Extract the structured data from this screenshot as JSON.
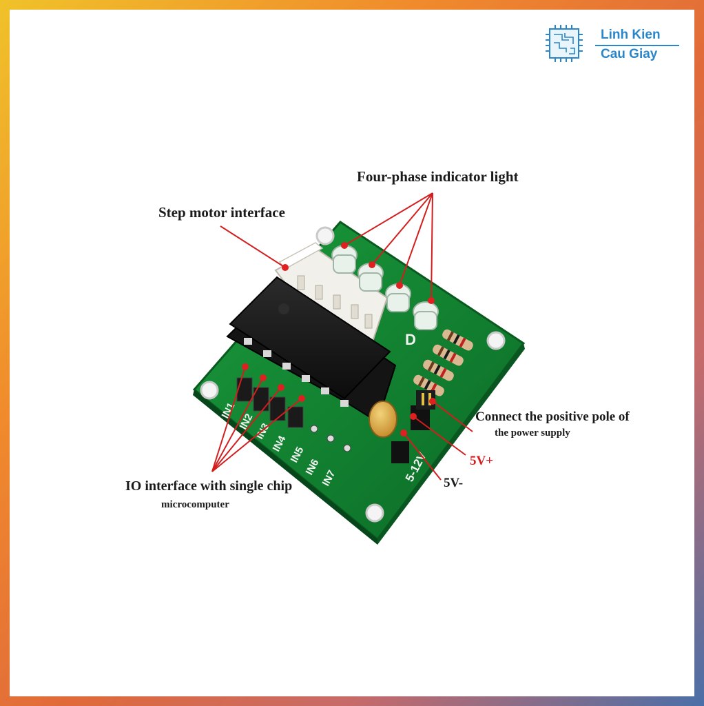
{
  "brand": {
    "line1": "Linh Kien",
    "line2": "Cau Giay",
    "color": "#2a86c8"
  },
  "annotations": {
    "leds": "Four-phase indicator light",
    "step_motor": "Step motor interface",
    "positive_pole_1": "Connect the positive pole of",
    "positive_pole_2": "the power supply",
    "vplus": "5V+",
    "vminus": "5V-",
    "io_1": "IO interface with single chip",
    "io_2": "microcomputer"
  },
  "board": {
    "led_label": "D",
    "power_label": "5-12V",
    "pin_labels": [
      "IN1",
      "IN2",
      "IN3",
      "IN4",
      "IN5",
      "IN6",
      "IN7"
    ],
    "pcb_color": "#0f7a2e",
    "leader_color": "#d21e1e"
  }
}
